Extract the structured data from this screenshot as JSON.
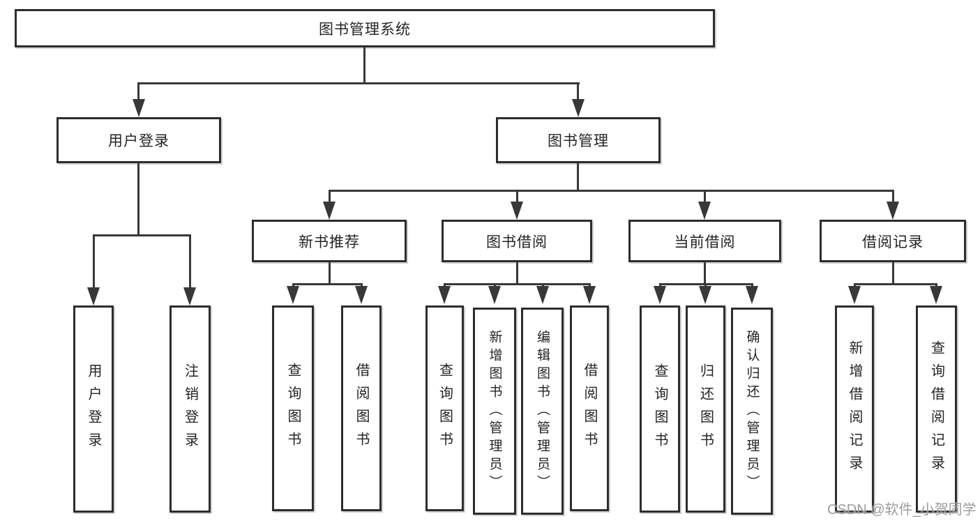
{
  "diagram": {
    "root": {
      "label": "图书管理系统"
    },
    "branches": [
      {
        "label": "用户登录",
        "children": [
          "用户登录",
          "注销登录"
        ]
      },
      {
        "label": "图书管理",
        "children": [
          {
            "label": "新书推荐",
            "children": [
              "查询图书",
              "借阅图书"
            ]
          },
          {
            "label": "图书借阅",
            "children": [
              "查询图书",
              "新增图书（管理员）",
              "编辑图书（管理员）",
              "借阅图书"
            ]
          },
          {
            "label": "当前借阅",
            "children": [
              "查询图书",
              "归还图书",
              "确认归还（管理员）"
            ]
          },
          {
            "label": "借阅记录",
            "children": [
              "新增借阅记录",
              "查询借阅记录"
            ]
          }
        ]
      }
    ]
  },
  "watermark": {
    "text": "CSDN @软件_小贺同学"
  },
  "colors": {
    "line": "#383838",
    "box_border": "#2d2d2d",
    "text": "#242424",
    "watermark": "#949494",
    "background": "#ffffff"
  }
}
